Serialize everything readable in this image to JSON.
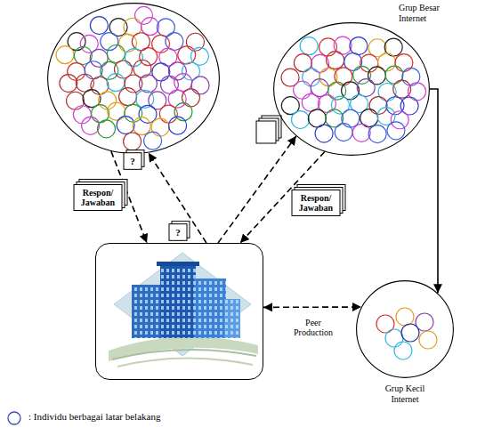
{
  "diagram": {
    "nodes": [
      {
        "text": []
      },
      {
        "text": [
          "Grup Besar Internet"
        ]
      },
      {
        "text": []
      },
      {
        "text": [
          "Grup Kecil Internet"
        ]
      }
    ],
    "edges": [
      {
        "from": 0,
        "to": 2,
        "arrow": "to",
        "label": "Respon/ Jawaban"
      },
      {
        "from": 2,
        "to": 0,
        "arrow": "to",
        "label": "?"
      },
      {
        "from": 2,
        "to": 1,
        "arrow": "to"
      },
      {
        "from": 1,
        "to": 2,
        "arrow": "to",
        "label": "Respon/ Jawaban"
      },
      {
        "from": 1,
        "to": 3,
        "arrow": "to"
      },
      {
        "from": 2,
        "to": 3,
        "arrow": "both",
        "label": "Peer Production"
      }
    ],
    "labels": [
      "?"
    ],
    "legend": [
      {
        "text": ": Individu berbagai latar belakang"
      }
    ]
  }
}
